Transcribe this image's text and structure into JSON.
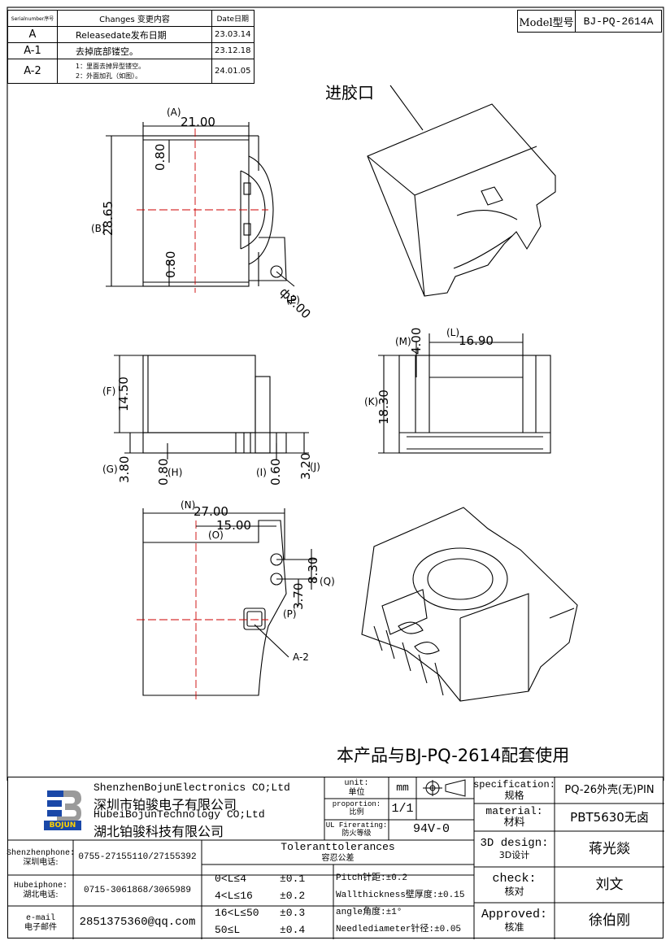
{
  "revision_table": {
    "headers": [
      "Serialnumber序号",
      "Changes 变更内容",
      "Date日期"
    ],
    "rows": [
      {
        "serial": "A",
        "change": "Releasedate发布日期",
        "change2": "",
        "date": "23.03.14"
      },
      {
        "serial": "A-1",
        "change": "去掉底部镂空。",
        "change2": "",
        "date": "23.12.18"
      },
      {
        "serial": "A-2",
        "change": "1：里面去掉异型镂空。",
        "change2": "2：外面加孔（如图）。",
        "date": "24.01.05"
      }
    ]
  },
  "model": {
    "label": "Model型号",
    "value": "BJ-PQ-2614A"
  },
  "annotations": {
    "gate": "进胶口",
    "revision_marker": "A-2",
    "note": "本产品与BJ-PQ-2614配套使用"
  },
  "dimensions": {
    "A": {
      "tag": "(A)",
      "value": "21.00"
    },
    "B": {
      "tag": "(B)",
      "value": "28.65"
    },
    "C": {
      "value": "0.80"
    },
    "D": {
      "value": "0.80"
    },
    "E": {
      "tag": "(E)",
      "value": "ф2.00"
    },
    "F": {
      "tag": "(F)",
      "value": "14.50"
    },
    "G": {
      "tag": "(G)",
      "value": "3.80"
    },
    "H": {
      "tag": "(H)",
      "value": "0.80"
    },
    "I": {
      "tag": "(I)",
      "value": "0.60"
    },
    "J": {
      "tag": "(J)",
      "value": "3.20"
    },
    "K": {
      "tag": "(K)",
      "value": "18.30"
    },
    "L": {
      "tag": "(L)",
      "value": "16.90"
    },
    "M": {
      "tag": "(M)",
      "value": "4.00"
    },
    "N": {
      "tag": "(N)",
      "value": "27.00"
    },
    "O": {
      "tag": "(O)",
      "value": "15.00"
    },
    "P": {
      "tag": "(P)",
      "value": "3.70"
    },
    "Q": {
      "tag": "(Q)",
      "value": "8.30"
    }
  },
  "title_block": {
    "company_en1": "ShenzhenBojunElectronics CO;Ltd",
    "company_cn1": "深圳市铂骏电子有限公司",
    "company_en2": "HubeiBojunTechnology CO;Ltd",
    "company_cn2": "湖北铂骏科技有限公司",
    "logo_text": "BOJUN",
    "unit_label_en": "unit:",
    "unit_label_cn": "单位",
    "unit_value": "mm",
    "proportion_label_en": "proportion:",
    "proportion_label_cn": "比例",
    "proportion_value": "1/1",
    "ul_label_en": "UL Firerating:",
    "ul_label_cn": "防火等级",
    "ul_value": "94V-0",
    "spec_label_en": "specification:",
    "spec_label_cn": "规格",
    "spec_value": "PQ-26外壳(无)PIN",
    "material_label_en": "material:",
    "material_label_cn": "材料",
    "material_value": "PBT5630无卤",
    "design_label_en": "3D design:",
    "design_label_cn": "3D设计",
    "design_value": "蒋光燚",
    "check_label_en": "check:",
    "check_label_cn": "核对",
    "check_value": "刘文",
    "approved_label_en": "Approved:",
    "approved_label_cn": "核准",
    "approved_value": "徐伯刚",
    "contacts": [
      {
        "label_en": "Shenzhenphone:",
        "label_cn": "深圳电话:",
        "value": "0755-27155110/27155392"
      },
      {
        "label_en": "Hubeiphone:",
        "label_cn": "湖北电话:",
        "value": "0715-3061868/3065989"
      },
      {
        "label_en": "e-mail",
        "label_cn": "电子邮件",
        "value": "2851375360@qq.com"
      }
    ],
    "tolerance_title_en": "Toleranttolerances",
    "tolerance_title_cn": "容忍公差",
    "tolerances": [
      {
        "range": "0<L≤4",
        "value": "±0.1"
      },
      {
        "range": "4<L≤16",
        "value": "±0.2"
      },
      {
        "range": "16<L≤50",
        "value": "±0.3"
      },
      {
        "range": "50≤L",
        "value": "±0.4"
      }
    ],
    "tolerance_notes": [
      "Pitch针距:±0.2",
      "Wallthickness壁厚度:±0.15",
      "angle角度:±1°",
      "Needlediameter针径:±0.05"
    ]
  }
}
